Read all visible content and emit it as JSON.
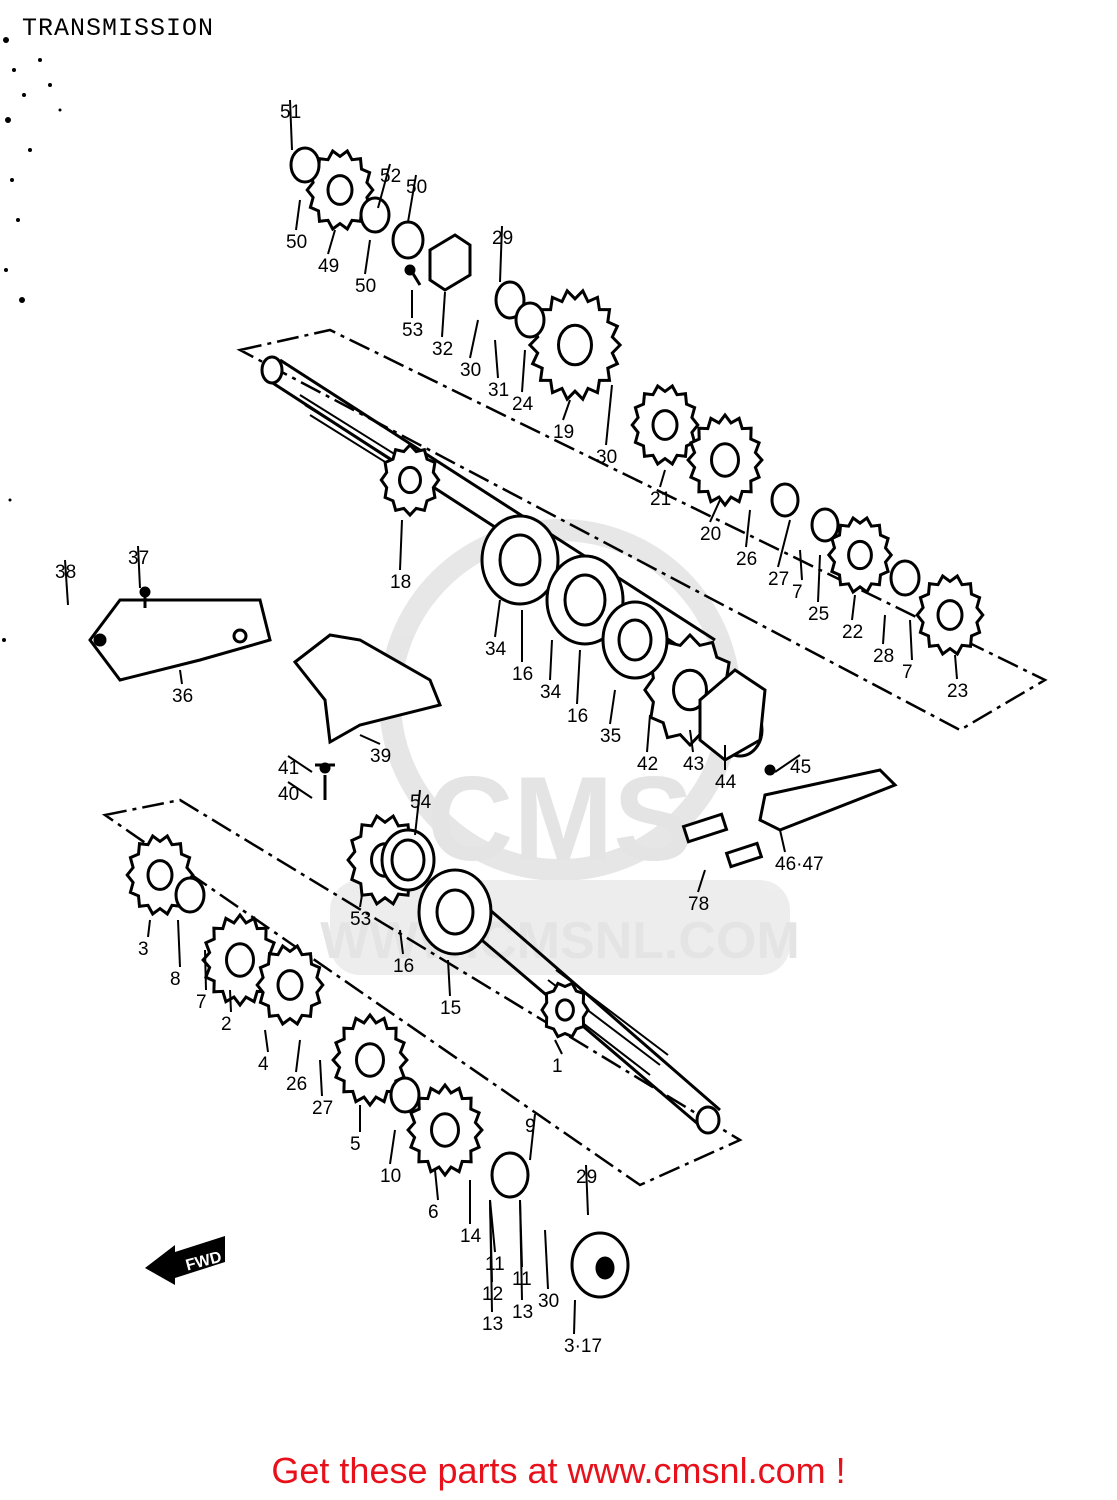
{
  "title": "TRANSMISSION",
  "footer": {
    "text": "Get these parts at www.cmsnl.com !"
  },
  "watermark": {
    "brand": "CMS",
    "url": "WWW.CMSNL.COM"
  },
  "arrow_label": "FWD",
  "colors": {
    "line": "#000000",
    "footer": "#e8101a",
    "watermark": "#e2e2e2"
  },
  "callouts": [
    "51",
    "50",
    "49",
    "52",
    "50",
    "50",
    "29",
    "53",
    "32",
    "30",
    "31",
    "24",
    "19",
    "30",
    "21",
    "20",
    "26",
    "27",
    "7",
    "25",
    "22",
    "28",
    "7",
    "23",
    "18",
    "34",
    "16",
    "34",
    "16",
    "35",
    "42",
    "43",
    "44",
    "45",
    "46·47",
    "78",
    "37",
    "38",
    "36",
    "39",
    "41",
    "40",
    "54",
    "53",
    "16",
    "15",
    "1",
    "3",
    "8",
    "7",
    "2",
    "4",
    "26",
    "27",
    "5",
    "10",
    "6",
    "9",
    "14",
    "11",
    "12",
    "13",
    "11",
    "13",
    "30",
    "29",
    "3·17"
  ]
}
